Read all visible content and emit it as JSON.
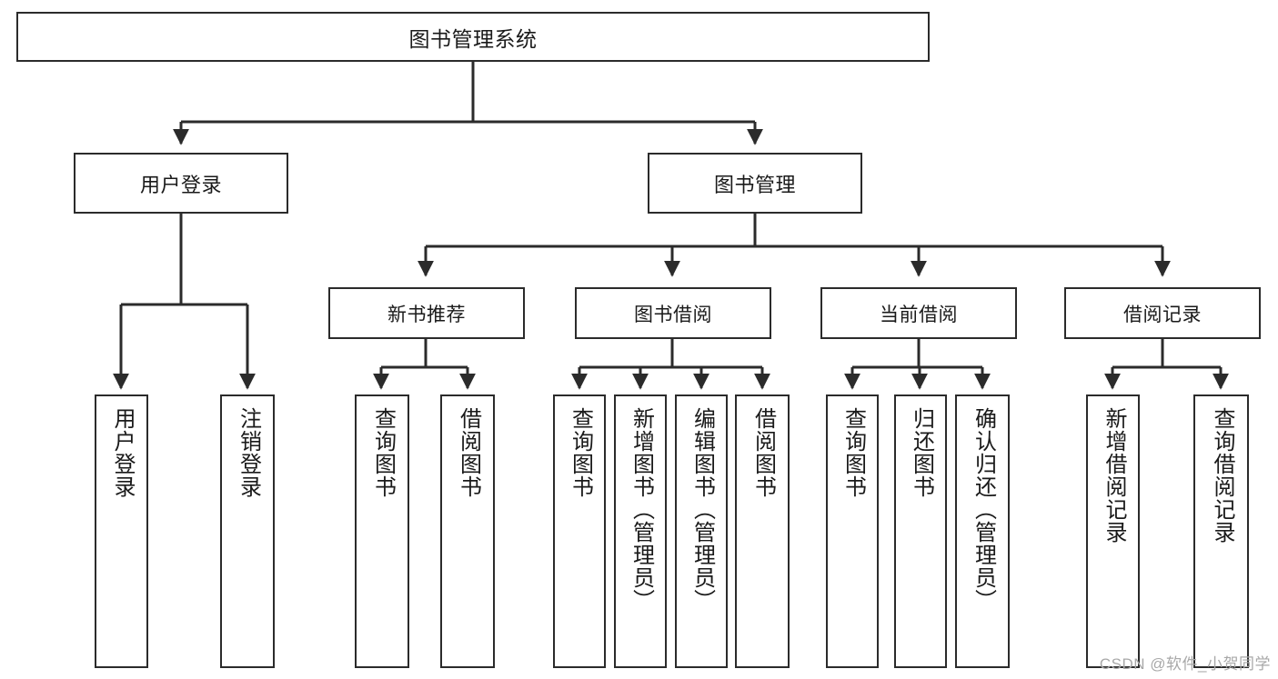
{
  "diagram": {
    "type": "tree",
    "title": "图书管理系统",
    "watermark": "CSDN @软件_小贺同学",
    "colors": {
      "stroke": "#2b2b2b",
      "fill": "#ffffff",
      "text": "#1a1a1a",
      "watermark": "#a8a8a8"
    },
    "nodes": {
      "root": {
        "label": "图书管理系统"
      },
      "level2": [
        {
          "label": "用户登录"
        },
        {
          "label": "图书管理"
        }
      ],
      "level3": [
        {
          "label": "新书推荐"
        },
        {
          "label": "图书借阅"
        },
        {
          "label": "当前借阅"
        },
        {
          "label": "借阅记录"
        }
      ],
      "leaves": [
        {
          "label": "用户登录"
        },
        {
          "label": "注销登录"
        },
        {
          "label": "查询图书"
        },
        {
          "label": "借阅图书"
        },
        {
          "label": "查询图书"
        },
        {
          "label": "新增图书（管理员）"
        },
        {
          "label": "编辑图书（管理员）"
        },
        {
          "label": "借阅图书"
        },
        {
          "label": "查询图书"
        },
        {
          "label": "归还图书"
        },
        {
          "label": "确认归还（管理员）"
        },
        {
          "label": "新增借阅记录"
        },
        {
          "label": "查询借阅记录"
        }
      ]
    }
  }
}
